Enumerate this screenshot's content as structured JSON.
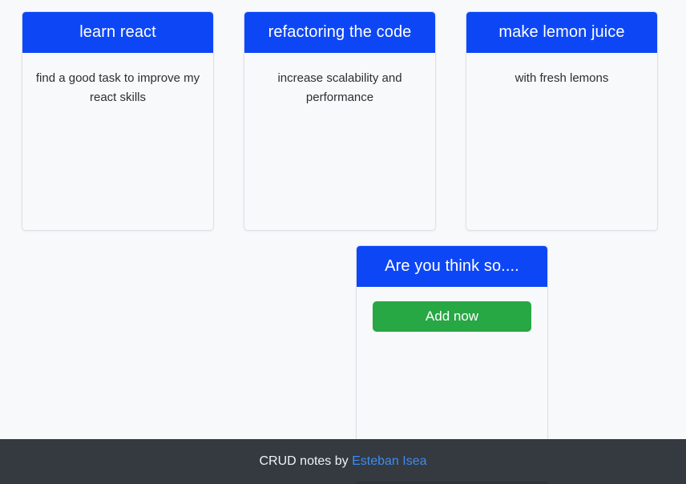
{
  "theme": {
    "page_background": "#f8f9fa",
    "card_header_blue": "#0d47f5",
    "add_button_green": "#28a745",
    "footer_background": "#343a40",
    "footer_link_color": "#3b8cf5",
    "body_text_color": "#2b2f33"
  },
  "notes": [
    {
      "title": "learn react",
      "description": "find a good task to improve my react skills"
    },
    {
      "title": "refactoring the code",
      "description": "increase scalability and performance"
    },
    {
      "title": "make lemon juice",
      "description": "with fresh lemons"
    }
  ],
  "add_card": {
    "title": "Are you think so....",
    "button_label": "Add now"
  },
  "footer": {
    "text": "CRUD notes by ",
    "author": "Esteban Isea"
  }
}
